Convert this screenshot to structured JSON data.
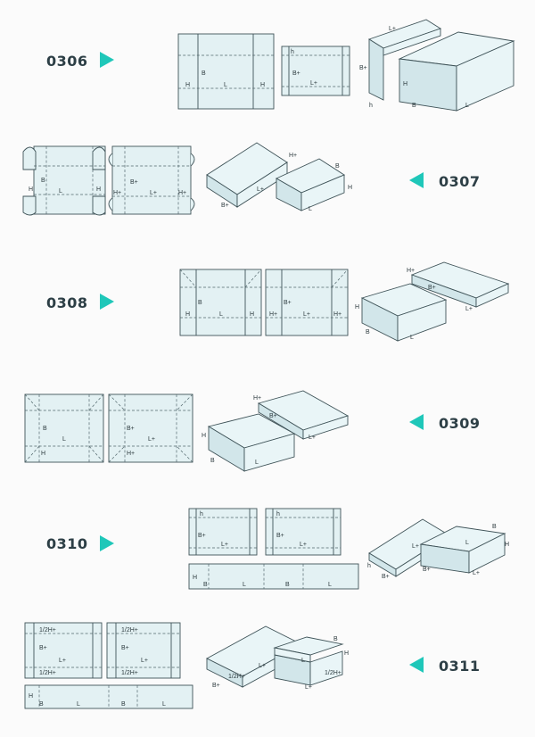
{
  "rows": [
    {
      "code": "0306",
      "arrow": "right"
    },
    {
      "code": "0307",
      "arrow": "left"
    },
    {
      "code": "0308",
      "arrow": "right"
    },
    {
      "code": "0309",
      "arrow": "left"
    },
    {
      "code": "0310",
      "arrow": "right"
    },
    {
      "code": "0311",
      "arrow": "left"
    }
  ],
  "labels": {
    "L": "L",
    "B": "B",
    "H": "H",
    "h": "h",
    "Lp": "L+",
    "Bp": "B+",
    "Hp": "H+",
    "halfH": "1/2H+"
  },
  "colors": {
    "accent": "#1fc7b9",
    "panel": "#e3f1f3",
    "line": "#3f5358",
    "code": "#2d3f46"
  }
}
